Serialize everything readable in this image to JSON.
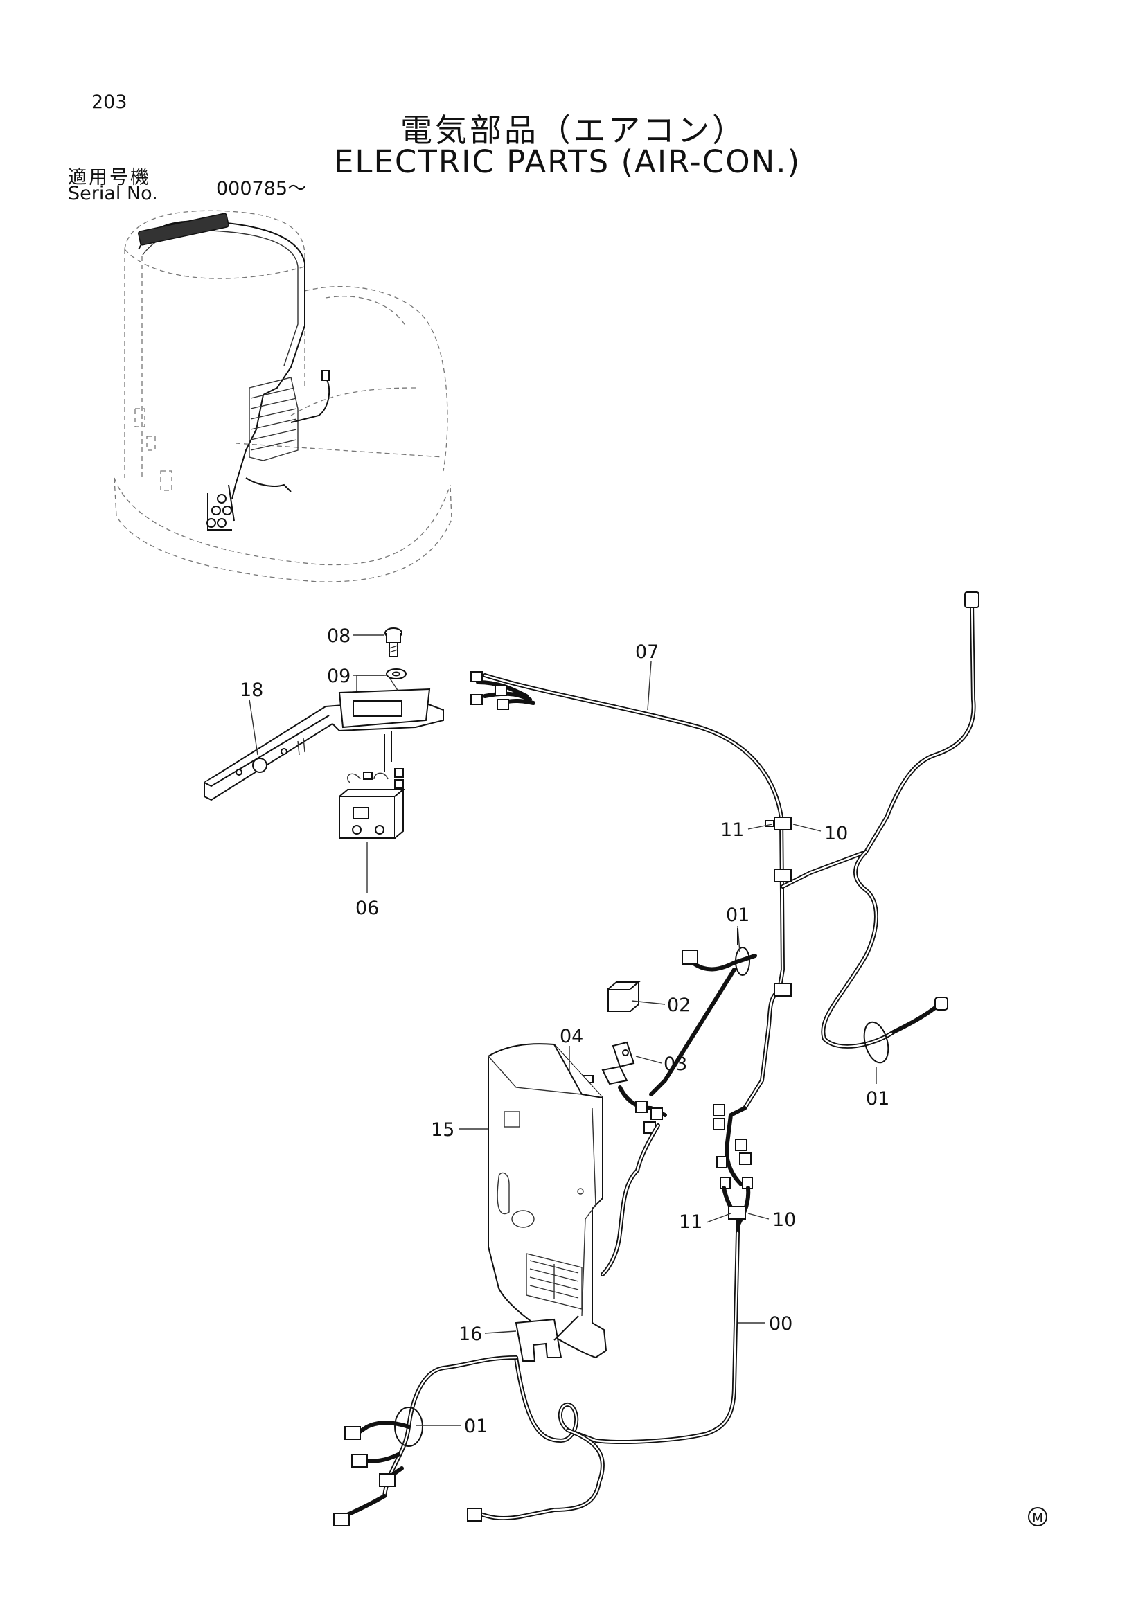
{
  "page_number": "203",
  "title_jp": "電気部品（エアコン）",
  "title_en": "ELECTRIC PARTS (AIR-CON.)",
  "serial": {
    "label_jp": "適用号機",
    "label_en": "Serial No.",
    "value": "000785～"
  },
  "callouts": {
    "p08": "08",
    "p09": "09",
    "p18": "18",
    "p06": "06",
    "p07": "07",
    "p11_top": "11",
    "p10_top": "10",
    "p01_mid": "01",
    "p02": "02",
    "p04": "04",
    "p03": "03",
    "p01_right": "01",
    "p15": "15",
    "p11_low": "11",
    "p10_low": "10",
    "p00": "00",
    "p16": "16",
    "p01_low": "01"
  },
  "mark": "M"
}
